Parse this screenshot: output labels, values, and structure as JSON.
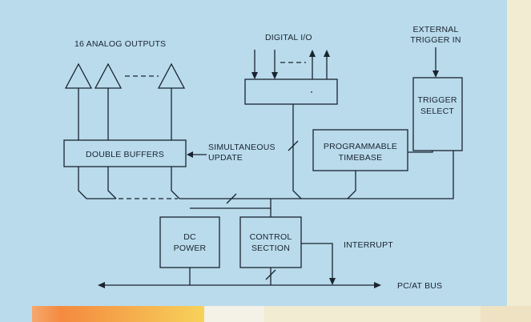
{
  "colors": {
    "panel": "#b9dbec",
    "ink": "#1a2330",
    "page": "#f1ecd2"
  },
  "labels": {
    "analog_outputs": "16 ANALOG OUTPUTS",
    "digital_io": "DIGITAL I/O",
    "external_trigger_line1": "EXTERNAL",
    "external_trigger_line2": "TRIGGER IN",
    "trigger_select_line1": "TRIGGER",
    "trigger_select_line2": "SELECT",
    "simultaneous_line1": "SIMULTANEOUS",
    "simultaneous_line2": "UPDATE",
    "double_buffers": "DOUBLE BUFFERS",
    "timebase_line1": "PROGRAMMABLE",
    "timebase_line2": "TIMEBASE",
    "dc_power_line1": "DC",
    "dc_power_line2": "POWER",
    "control_line1": "CONTROL",
    "control_line2": "SECTION",
    "interrupt": "INTERRUPT",
    "bus": "PC/AT BUS"
  }
}
